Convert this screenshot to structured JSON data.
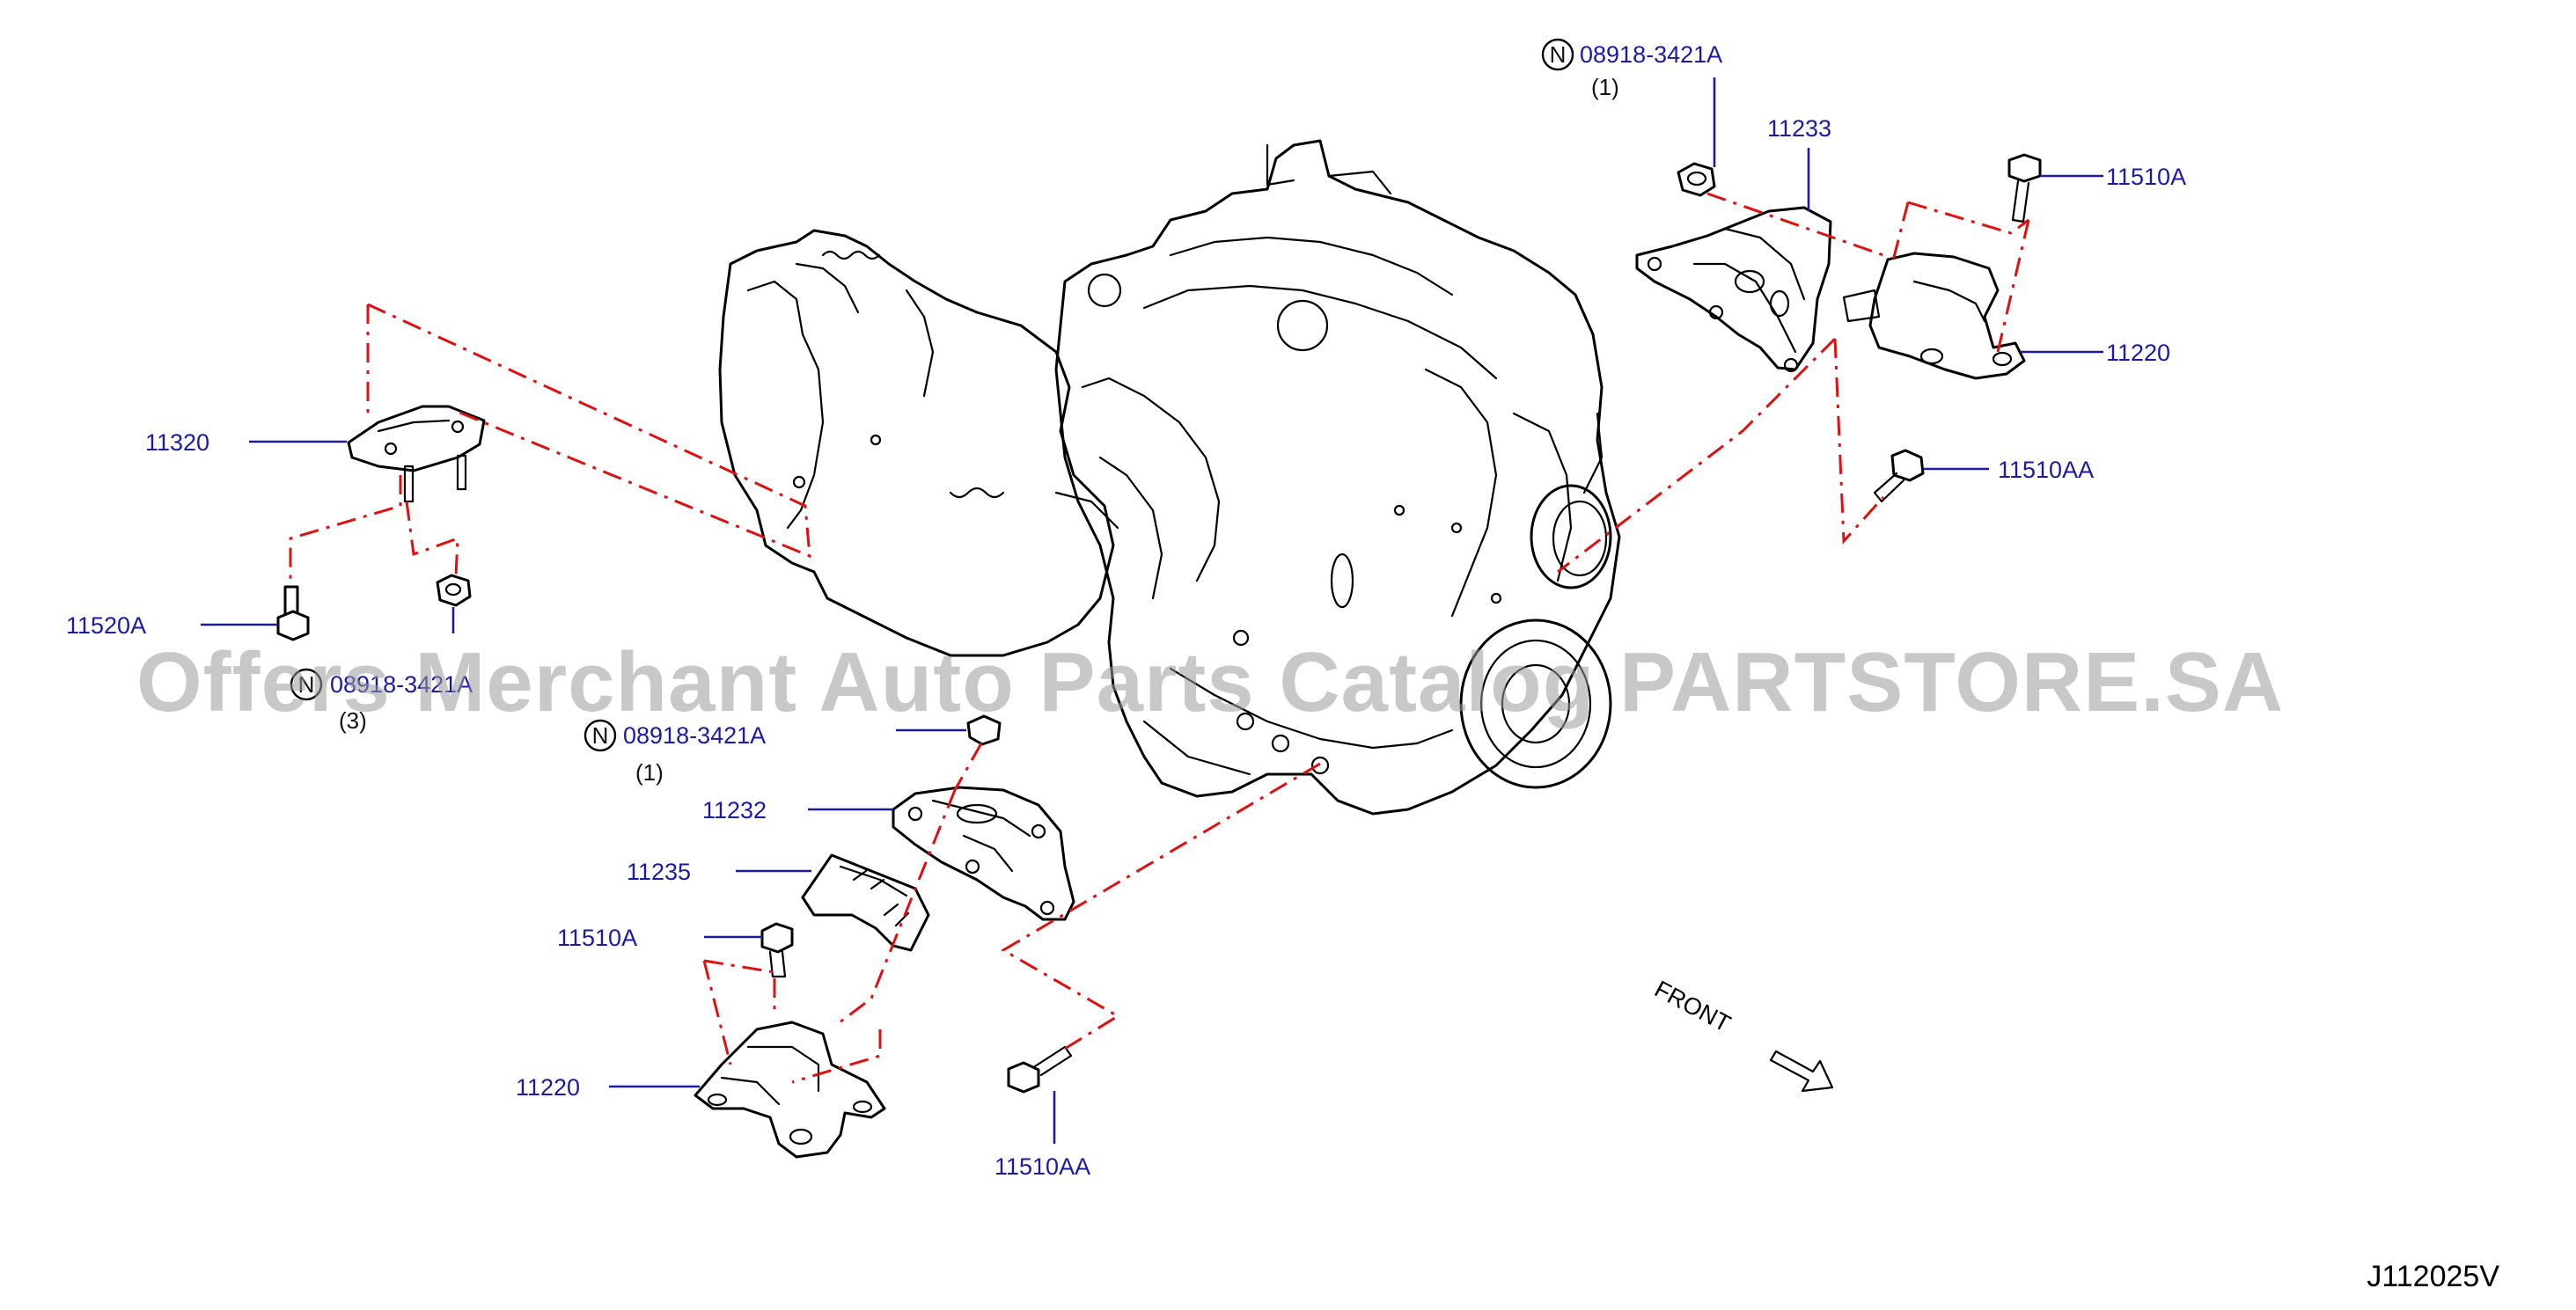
{
  "diagram": {
    "code": "J112025V",
    "front_label": "FRONT",
    "watermark": "Offers Merchant Auto Parts Catalog PARTSTORE.SA",
    "note_marker": "N"
  },
  "callouts": {
    "nut_top_right": {
      "part": "08918-3421A",
      "qty": "(1)"
    },
    "bracket_top_right": {
      "part": "11233"
    },
    "bolt_top_right": {
      "part": "11510A"
    },
    "mount_top_right": {
      "part": "11220"
    },
    "bolt_right_lower": {
      "part": "11510AA"
    },
    "insulator_left": {
      "part": "11320"
    },
    "bolt_left": {
      "part": "11520A"
    },
    "nut_left": {
      "part": "08918-3421A",
      "qty": "(3)"
    },
    "nut_center": {
      "part": "08918-3421A",
      "qty": "(1)"
    },
    "bracket_front": {
      "part": "11232"
    },
    "heat_shield": {
      "part": "11235"
    },
    "bolt_front": {
      "part": "11510A"
    },
    "mount_front": {
      "part": "11220"
    },
    "bolt_front_lower": {
      "part": "11510AA"
    }
  },
  "colors": {
    "label": "#1a1aa6",
    "leader": "#1a1aa6",
    "dash": "#e01010",
    "line": "#000000",
    "watermark": "#9a9a9a"
  }
}
